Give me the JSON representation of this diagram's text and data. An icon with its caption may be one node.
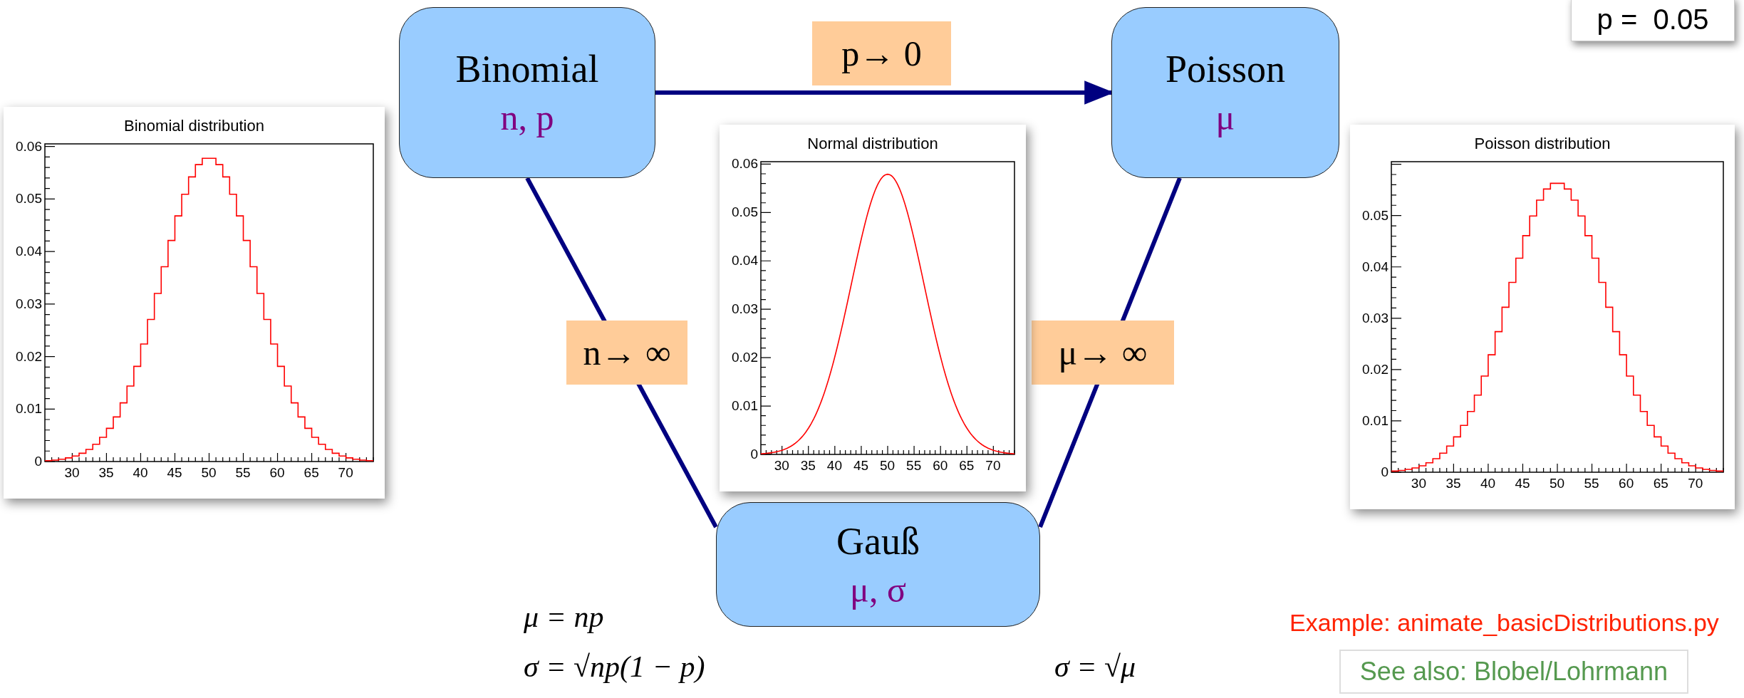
{
  "diagram": {
    "nodes": [
      {
        "text": [
          "Binomial",
          "n, p"
        ]
      },
      {
        "text": [
          "Poisson",
          "μ"
        ]
      },
      {
        "text": [
          "Gauß",
          "μ, σ"
        ]
      },
      {
        "text": [
          "Binomial distribution"
        ]
      },
      {
        "text": [
          "Normal distribution"
        ]
      },
      {
        "text": [
          "Poisson distribution"
        ]
      },
      {
        "text": [
          "p =  0.05"
        ]
      },
      {
        "text": [
          "See also: Blobel/Lohrmann"
        ]
      }
    ],
    "edges": [
      {
        "from": 0,
        "to": 1,
        "arrow": "to",
        "label": "p→ 0"
      },
      {
        "from": 0,
        "to": 2,
        "arrow": "none",
        "label": "n→ ∞"
      },
      {
        "from": 1,
        "to": 2,
        "arrow": "none",
        "label": "μ→ ∞"
      }
    ],
    "labels": [
      "μ = np",
      "σ = √np(1 − p)",
      "σ = √μ",
      "Example: animate_basicDistributions.py",
      "0",
      "0.01",
      "0.02",
      "0.03",
      "0.04",
      "0.05",
      "0.06",
      "30",
      "35",
      "40",
      "45",
      "50",
      "55",
      "60",
      "65",
      "70",
      "0",
      "0.01",
      "0.02",
      "0.03",
      "0.04",
      "0.05",
      "0.06",
      "30",
      "35",
      "40",
      "45",
      "50",
      "55",
      "60",
      "65",
      "70",
      "0",
      "0.01",
      "0.02",
      "0.03",
      "0.04",
      "0.05",
      "30",
      "35",
      "40",
      "45",
      "50",
      "55",
      "60",
      "65",
      "70"
    ]
  }
}
